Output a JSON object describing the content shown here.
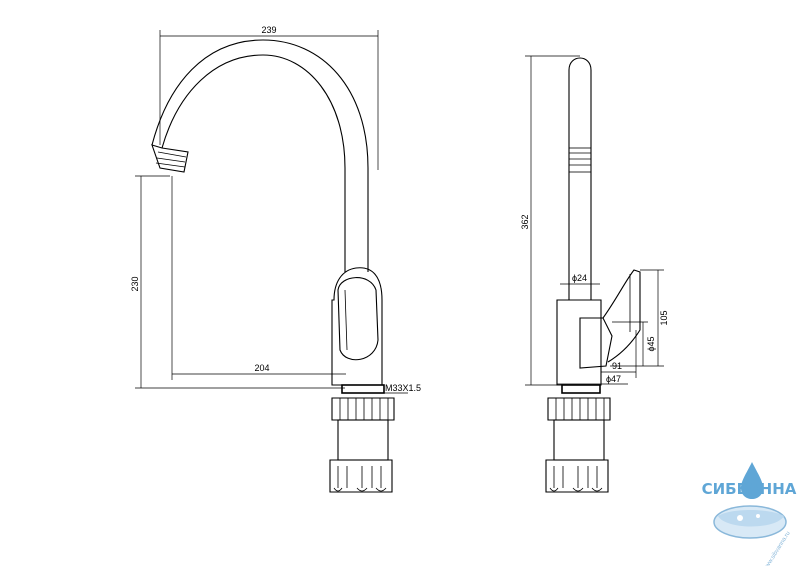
{
  "front_view": {
    "dim_width": "239",
    "dim_height": "230",
    "dim_reach": "204",
    "thread": "M33X1.5"
  },
  "side_view": {
    "dim_height": "362",
    "dim_spout_dia": "ϕ24",
    "dim_handle_height": "105",
    "dim_body_dia": "ϕ45",
    "dim_depth": "91",
    "dim_base_dia": "ϕ47"
  },
  "logo": {
    "word": "СИБВАННА",
    "url": "www.sibvanna.ru"
  }
}
